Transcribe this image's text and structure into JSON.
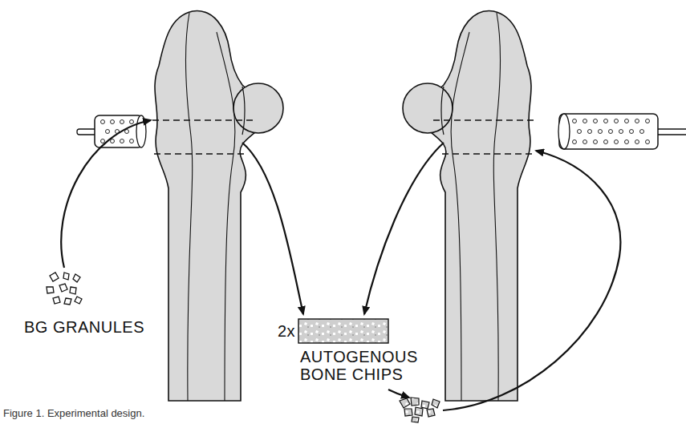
{
  "diagram": {
    "caption": "Figure 1. Experimental design.",
    "labels": [
      "BG GRANULES",
      "2x",
      "AUTOGENOUS BONE CHIPS"
    ]
  }
}
